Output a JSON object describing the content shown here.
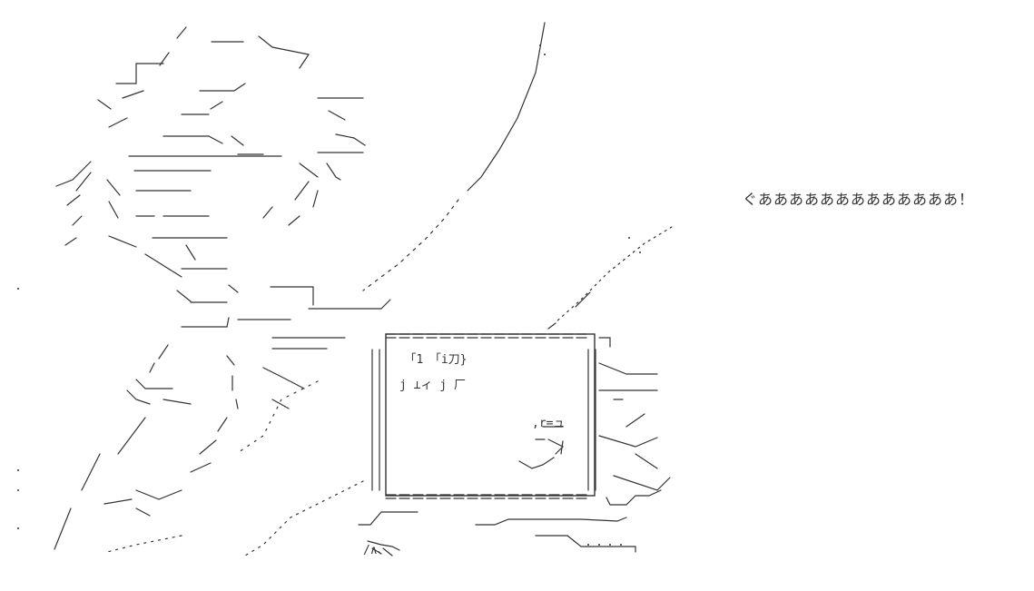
{
  "artwork": {
    "shout_text": "ぐあああああああああああああ！",
    "monitor_label_1": "｢1　「i刀}",
    "monitor_label_2": "j ⊥ィ j 厂",
    "face_glyphs": ",r=ュ",
    "lower_caption": "/∧、"
  },
  "colors": {
    "background": "#ffffff",
    "ink": "#333333"
  }
}
